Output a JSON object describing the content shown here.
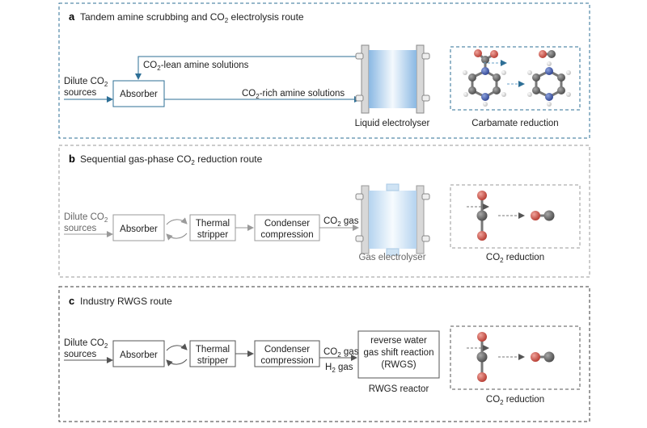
{
  "colors": {
    "panel_a": "#2e6f96",
    "panel_b": "#9a9a9a",
    "panel_c": "#3a3a3a",
    "electrolyte_blue": "#9cc6ea",
    "oxygen_red": "#c8453b",
    "carbon_grey": "#5d5d5d",
    "nitrogen_blue": "#3f57a8"
  },
  "panels": {
    "a": {
      "letter": "a",
      "title_pre": "Tandem amine scrubbing and CO",
      "title_sub": "2",
      "title_post": " electrolysis route",
      "source_line1_pre": "Dilute CO",
      "source_line1_sub": "2",
      "source_line2": "sources",
      "absorber": "Absorber",
      "lean_pre": "CO",
      "lean_sub": "2",
      "lean_post": "-lean amine solutions",
      "rich_pre": "CO",
      "rich_sub": "2",
      "rich_post": "-rich amine solutions",
      "electrolyser_label": "Liquid electrolyser",
      "reaction_label": "Carbamate reduction"
    },
    "b": {
      "letter": "b",
      "title_pre": "Sequential gas-phase CO",
      "title_sub": "2",
      "title_post": " reduction route",
      "source_line1_pre": "Dilute CO",
      "source_line1_sub": "2",
      "source_line2": "sources",
      "absorber": "Absorber",
      "stripper_line1": "Thermal",
      "stripper_line2": "stripper",
      "condenser_line1": "Condenser",
      "condenser_line2": "compression",
      "gas_pre": "CO",
      "gas_sub": "2",
      "gas_post": " gas",
      "electrolyser_label": "Gas electrolyser",
      "reaction_pre": "CO",
      "reaction_sub": "2",
      "reaction_post": " reduction"
    },
    "c": {
      "letter": "c",
      "title": "Industry RWGS route",
      "source_line1_pre": "Dilute CO",
      "source_line1_sub": "2",
      "source_line2": "sources",
      "absorber": "Absorber",
      "stripper_line1": "Thermal",
      "stripper_line2": "stripper",
      "condenser_line1": "Condenser",
      "condenser_line2": "compression",
      "gas1_pre": "CO",
      "gas1_sub": "2",
      "gas1_post": " gas",
      "gas2_pre": "H",
      "gas2_sub": "2",
      "gas2_post": " gas",
      "reactor_line1": "reverse water",
      "reactor_line2": "gas shift reaction",
      "reactor_line3": "(RWGS)",
      "reactor_label": "RWGS reactor",
      "reaction_pre": "CO",
      "reaction_sub": "2",
      "reaction_post": " reduction"
    }
  }
}
